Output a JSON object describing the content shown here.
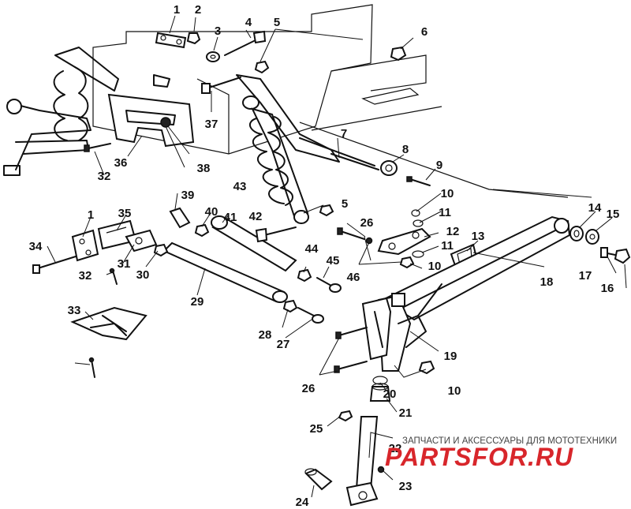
{
  "callouts": [
    "1",
    "2",
    "3",
    "4",
    "5",
    "6",
    "37",
    "7",
    "8",
    "9",
    "10",
    "11",
    "12",
    "11",
    "10",
    "13",
    "14",
    "15",
    "17",
    "16",
    "32",
    "36",
    "38",
    "43",
    "39",
    "40",
    "41",
    "42",
    "5",
    "26",
    "35",
    "1",
    "34",
    "31",
    "30",
    "32",
    "29",
    "44",
    "45",
    "46",
    "18",
    "33",
    "28",
    "27",
    "19",
    "10",
    "26",
    "20",
    "21",
    "25",
    "22",
    "23",
    "24"
  ],
  "watermark": {
    "tagline": "ЗАПЧАСТИ И АКСЕССУАРЫ ДЛЯ МОТОТЕХНИКИ",
    "logo": "PARTSFOR.RU"
  }
}
